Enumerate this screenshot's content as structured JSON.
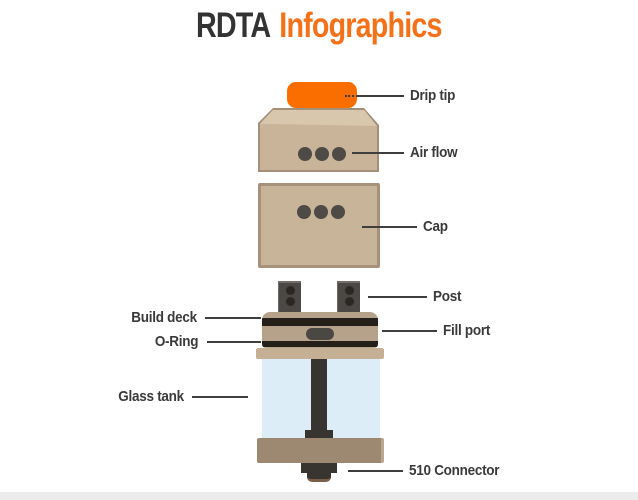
{
  "title": {
    "black": "RDTA",
    "orange": "Infographics"
  },
  "labels": {
    "drip_tip": "Drip tip",
    "air_flow": "Air flow",
    "cap": "Cap",
    "post": "Post",
    "build_deck": "Build deck",
    "fill_port": "Fill port",
    "o_ring": "O-Ring",
    "glass_tank": "Glass tank",
    "connector_510": "510 Connector"
  },
  "colors": {
    "orange": "#fa6e00",
    "orange-text": "#f4711a",
    "title-dark": "#333333",
    "tan": "#c8b499",
    "tan-dark": "#b6a28a",
    "tan-border": "#a6927b",
    "metal-dark": "#4c4845",
    "stripe-black": "#242019",
    "glass": "#ddedf7",
    "line": "#3e3e3e"
  }
}
